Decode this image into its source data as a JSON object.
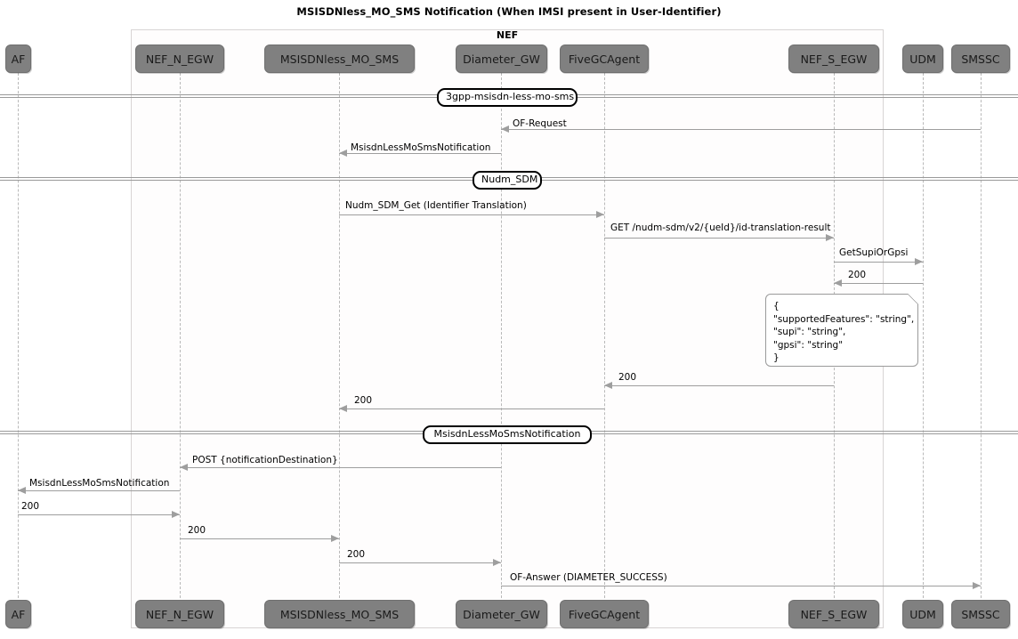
{
  "title": "MSISDNless_MO_SMS Notification (When IMSI present in User-Identifier)",
  "group": {
    "label": "NEF"
  },
  "participants": [
    {
      "id": "AF",
      "label": "AF"
    },
    {
      "id": "NEF_N_EGW",
      "label": "NEF_N_EGW"
    },
    {
      "id": "MSISDNless_MO_SMS",
      "label": "MSISDNless_MO_SMS"
    },
    {
      "id": "Diameter_GW",
      "label": "Diameter_GW"
    },
    {
      "id": "FiveGCAgent",
      "label": "FiveGCAgent"
    },
    {
      "id": "NEF_S_EGW",
      "label": "NEF_S_EGW"
    },
    {
      "id": "UDM",
      "label": "UDM"
    },
    {
      "id": "SMSSC",
      "label": "SMSSC"
    }
  ],
  "dividers": [
    {
      "label": "3gpp-msisdn-less-mo-sms"
    },
    {
      "label": "Nudm_SDM"
    },
    {
      "label": "MsisdnLessMoSmsNotification"
    }
  ],
  "messages": [
    {
      "label": "OF-Request",
      "from": "SMSSC",
      "to": "Diameter_GW"
    },
    {
      "label": "MsisdnLessMoSmsNotification",
      "from": "Diameter_GW",
      "to": "MSISDNless_MO_SMS"
    },
    {
      "label": "Nudm_SDM_Get (Identifier Translation)",
      "from": "MSISDNless_MO_SMS",
      "to": "FiveGCAgent"
    },
    {
      "label": "GET /nudm-sdm/v2/{ueId}/id-translation-result",
      "from": "FiveGCAgent",
      "to": "NEF_S_EGW"
    },
    {
      "label": "GetSupiOrGpsi",
      "from": "NEF_S_EGW",
      "to": "UDM"
    },
    {
      "label": "200",
      "from": "UDM",
      "to": "NEF_S_EGW"
    },
    {
      "label": "200",
      "from": "NEF_S_EGW",
      "to": "FiveGCAgent"
    },
    {
      "label": "200",
      "from": "FiveGCAgent",
      "to": "MSISDNless_MO_SMS"
    },
    {
      "label": "POST {notificationDestination}",
      "from": "Diameter_GW",
      "to": "NEF_N_EGW"
    },
    {
      "label": "MsisdnLessMoSmsNotification",
      "from": "NEF_N_EGW",
      "to": "AF"
    },
    {
      "label": "200",
      "from": "AF",
      "to": "NEF_N_EGW"
    },
    {
      "label": "200",
      "from": "NEF_N_EGW",
      "to": "MSISDNless_MO_SMS"
    },
    {
      "label": "200",
      "from": "MSISDNless_MO_SMS",
      "to": "Diameter_GW"
    },
    {
      "label": "OF-Answer (DIAMETER_SUCCESS)",
      "from": "Diameter_GW",
      "to": "SMSSC"
    }
  ],
  "note": {
    "text": "{\n\"supportedFeatures\": \"string\",\n\"supi\": \"string\",\n\"gpsi\": \"string\"\n}"
  },
  "colors": {
    "participant_fill": "#808080",
    "line": "#9e9e9e",
    "text": "#000000",
    "background": "#ffffff"
  }
}
